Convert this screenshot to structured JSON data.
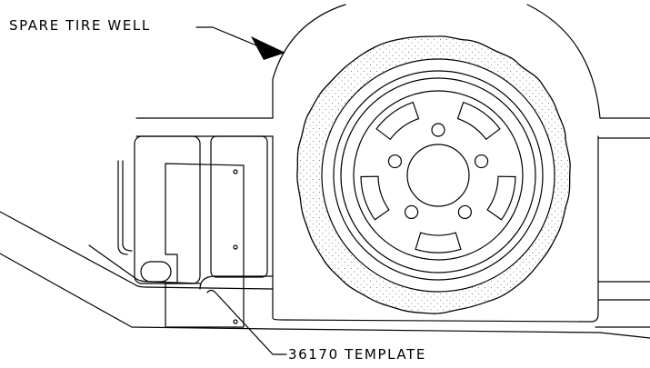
{
  "labels": {
    "spare_tire_well": "SPARE TIRE WELL",
    "template": "36170 TEMPLATE"
  },
  "colors": {
    "line": "#000000",
    "background": "#ffffff",
    "tread_dots": "#555555"
  },
  "wheel": {
    "lug_holes": 5,
    "vent_slots": 5
  }
}
